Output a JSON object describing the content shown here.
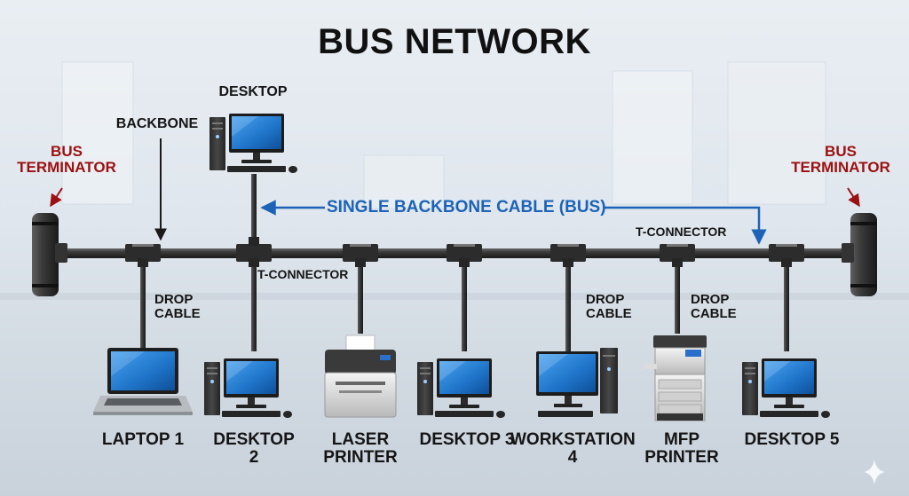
{
  "title": "BUS NETWORK",
  "labels": {
    "desktop_top": "DESKTOP",
    "backbone": "BACKBONE",
    "bus_cable": "SINGLE BACKBONE CABLE (BUS)",
    "t_connector_left": "T-CONNECTOR",
    "t_connector_right": "T-CONNECTOR",
    "drop_cable_left": [
      "DROP",
      "CABLE"
    ],
    "drop_cable_mid": [
      "DROP",
      "CABLE"
    ],
    "drop_cable_right": [
      "DROP",
      "CABLE"
    ],
    "terminator_left": [
      "BUS",
      "TERMINATOR"
    ],
    "terminator_right": [
      "BUS",
      "TERMINATOR"
    ]
  },
  "devices": [
    {
      "label": [
        "LAPTOP 1"
      ],
      "icon": "laptop-icon"
    },
    {
      "label": [
        "DESKTOP",
        "2"
      ],
      "icon": "desktop-icon"
    },
    {
      "label": [
        "LASER",
        "PRINTER"
      ],
      "icon": "laser-printer-icon"
    },
    {
      "label": [
        "DESKTOP 3"
      ],
      "icon": "desktop-icon"
    },
    {
      "label": [
        "WORKSTATION",
        "4"
      ],
      "icon": "desktop-icon"
    },
    {
      "label": [
        "MFP",
        "PRINTER"
      ],
      "icon": "mfp-printer-icon"
    },
    {
      "label": [
        "DESKTOP 5"
      ],
      "icon": "desktop-icon"
    }
  ],
  "colors": {
    "cable": "#2b2b2b",
    "connector": "#3a3a3a",
    "annotation_blue": "#1c63b8",
    "terminator_label": "#9b1010",
    "screen": "#1e73c8"
  }
}
